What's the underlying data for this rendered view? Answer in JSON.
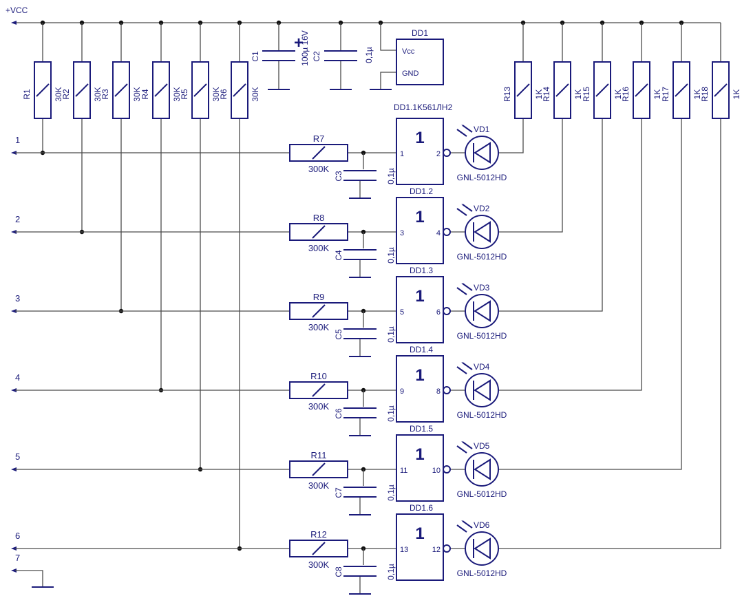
{
  "supply": {
    "label": "+VCC"
  },
  "inputs": [
    "1",
    "2",
    "3",
    "4",
    "5",
    "6"
  ],
  "ground_input": "7",
  "pullups": [
    {
      "ref": "R1",
      "value": "30K"
    },
    {
      "ref": "R2",
      "value": "30K"
    },
    {
      "ref": "R3",
      "value": "30K"
    },
    {
      "ref": "R4",
      "value": "30K"
    },
    {
      "ref": "R5",
      "value": "30K"
    },
    {
      "ref": "R6",
      "value": "30K"
    }
  ],
  "capacitors_supply": [
    {
      "ref": "C1",
      "value": "100µ 16V",
      "polarity": "+"
    },
    {
      "ref": "C2",
      "value": "0,1µ"
    }
  ],
  "ic": {
    "ref": "DD1",
    "pin_vcc": "Vcc",
    "pin_gnd": "GND",
    "part": "DD1.1K561ЛН2"
  },
  "led_resistors": [
    {
      "ref": "R13",
      "value": "1K"
    },
    {
      "ref": "R14",
      "value": "1K"
    },
    {
      "ref": "R15",
      "value": "1K"
    },
    {
      "ref": "R16",
      "value": "1K"
    },
    {
      "ref": "R17",
      "value": "1K"
    },
    {
      "ref": "R18",
      "value": "1K"
    }
  ],
  "channels": [
    {
      "gate": "DD1.1",
      "gate_symbol": "1",
      "pin_in": "1",
      "pin_out": "2",
      "res": "R7",
      "res_value": "300K",
      "cap": "C3",
      "cap_value": "0,1µ",
      "led": "VD1",
      "led_part": "GNL-5012HD"
    },
    {
      "gate": "DD1.2",
      "gate_symbol": "1",
      "pin_in": "3",
      "pin_out": "4",
      "res": "R8",
      "res_value": "300K",
      "cap": "C4",
      "cap_value": "0,1µ",
      "led": "VD2",
      "led_part": "GNL-5012HD"
    },
    {
      "gate": "DD1.3",
      "gate_symbol": "1",
      "pin_in": "5",
      "pin_out": "6",
      "res": "R9",
      "res_value": "300K",
      "cap": "C5",
      "cap_value": "0,1µ",
      "led": "VD3",
      "led_part": "GNL-5012HD"
    },
    {
      "gate": "DD1.4",
      "gate_symbol": "1",
      "pin_in": "9",
      "pin_out": "8",
      "res": "R10",
      "res_value": "300K",
      "cap": "C6",
      "cap_value": "0,1µ",
      "led": "VD4",
      "led_part": "GNL-5012HD"
    },
    {
      "gate": "DD1.5",
      "gate_symbol": "1",
      "pin_in": "11",
      "pin_out": "10",
      "res": "R11",
      "res_value": "300K",
      "cap": "C7",
      "cap_value": "0,1µ",
      "led": "VD5",
      "led_part": "GNL-5012HD"
    },
    {
      "gate": "DD1.6",
      "gate_symbol": "1",
      "pin_in": "13",
      "pin_out": "12",
      "res": "R12",
      "res_value": "300K",
      "cap": "C8",
      "cap_value": "0,1µ",
      "led": "VD6",
      "led_part": "GNL-5012HD"
    }
  ],
  "colors": {
    "symbol": "#1a1a7a",
    "wire": "#4a4a4a",
    "junction": "#111111",
    "background": "#ffffff"
  }
}
